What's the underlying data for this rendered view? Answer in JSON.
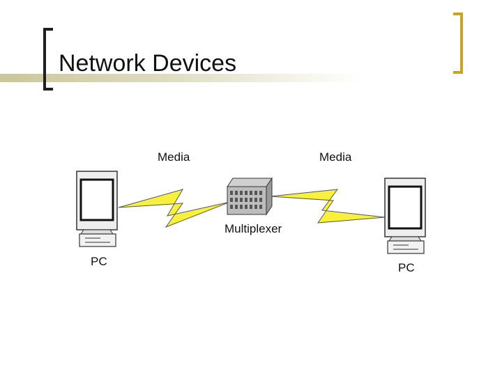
{
  "slide": {
    "title": "Network Devices"
  },
  "diagram": {
    "labels": {
      "media_left": "Media",
      "media_right": "Media",
      "multiplexer": "Multiplexer",
      "pc_left": "PC",
      "pc_right": "PC"
    },
    "colors": {
      "lightning": "#f7f03c",
      "accent_bracket": "#c9a227",
      "title_bar": "#c8c79a"
    },
    "nodes": [
      "PC",
      "Multiplexer",
      "PC"
    ],
    "links": [
      {
        "from": "PC",
        "to": "Multiplexer",
        "label": "Media"
      },
      {
        "from": "Multiplexer",
        "to": "PC",
        "label": "Media"
      }
    ]
  }
}
